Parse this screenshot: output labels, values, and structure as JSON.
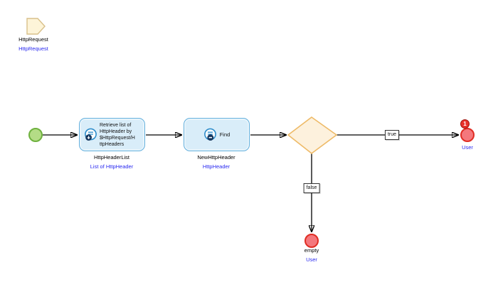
{
  "diagram": {
    "parameter": {
      "name": "HttpRequest",
      "entity_type": "HttpRequest"
    },
    "activity_retrieve": {
      "caption_lines": [
        "Retrieve list of",
        "HttpHeader by",
        "$HttpRequest/H",
        "ttpHeaders"
      ],
      "icon": "retrieve-list-icon",
      "output_name": "HttpHeaderList",
      "output_type": "List of HttpHeader"
    },
    "activity_find": {
      "caption": "Find",
      "icon": "find-list-icon",
      "output_name": "NewHttpHeader",
      "output_type": "HttpHeader"
    },
    "decision": {
      "true_label": "true",
      "false_label": "false"
    },
    "end_event_true": {
      "badge_count": "1",
      "return_type": "User"
    },
    "end_event_false": {
      "caption": "empty",
      "return_type": "User"
    }
  },
  "colors": {
    "line_color": "#000000",
    "activity_fill": "#d9edf9",
    "activity_border": "#62afdd",
    "start_fill": "#b4dc86",
    "start_border": "#6fb13f",
    "end_fill": "#f4787d",
    "end_border": "#e02d24",
    "badge_fill": "#e8312a",
    "badge_border": "#9e140e",
    "diamond_fill": "#fdf1dd",
    "diamond_border": "#eeba67",
    "param_fill": "#fdf4d8",
    "param_border": "#d9c08a",
    "type_text": "#2a2af0",
    "icon_blue": "#2e8dcb",
    "icon_dark": "#17375e"
  }
}
